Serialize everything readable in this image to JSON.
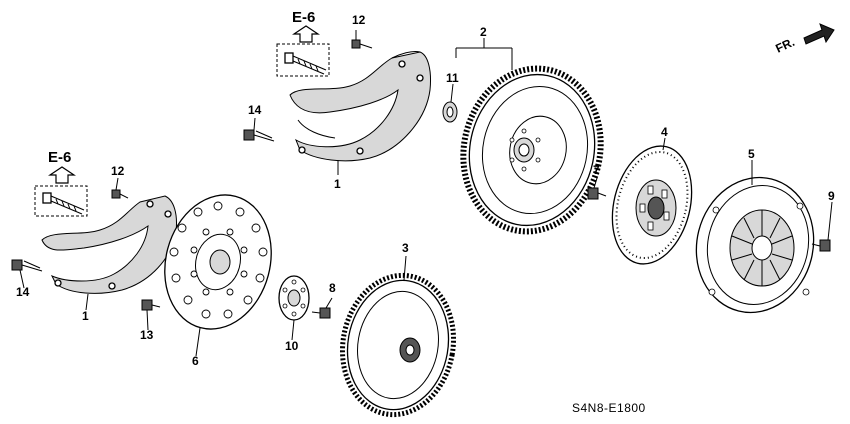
{
  "diagram_code": "S4N8-E1800",
  "front_indicator": "FR.",
  "reference_labels": {
    "upper": "E-6",
    "lower": "E-6"
  },
  "callouts": {
    "c1a": "1",
    "c1b": "1",
    "c2": "2",
    "c3": "3",
    "c4": "4",
    "c5": "5",
    "c6": "6",
    "c7": "7",
    "c8": "8",
    "c9": "9",
    "c10": "10",
    "c11": "11",
    "c12a": "12",
    "c12b": "12",
    "c13": "13",
    "c14a": "14",
    "c14b": "14"
  }
}
